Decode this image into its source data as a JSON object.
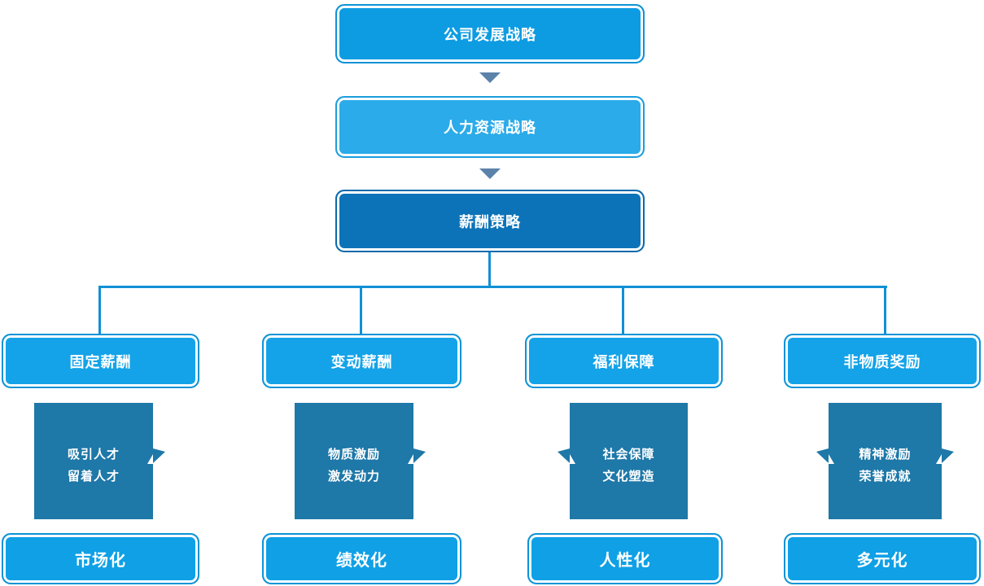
{
  "diagram": {
    "chain": [
      {
        "label": "公司发展战略"
      },
      {
        "label": "人力资源战略"
      },
      {
        "label": "薪酬策略"
      }
    ],
    "columns": [
      {
        "header": "固定薪酬",
        "body_line1": "吸引人才",
        "body_line2": "留着人才",
        "footer": "市场化"
      },
      {
        "header": "变动薪酬",
        "body_line1": "物质激励",
        "body_line2": "激发动力",
        "footer": "绩效化"
      },
      {
        "header": "福利保障",
        "body_line1": "社会保障",
        "body_line2": "文化塑造",
        "footer": "人性化"
      },
      {
        "header": "非物质奖励",
        "body_line1": "精神激励",
        "body_line2": "荣誉成就",
        "footer": "多元化"
      }
    ],
    "colors": {
      "chain_top_fill": "#0d9ce2",
      "chain_mid_fill": "#2babe9",
      "chain_bottom_fill": "#0d73b8",
      "column_header_fill": "#14a3e8",
      "column_footer_fill": "#0fa0e6",
      "body_block_fill": "#1e78a8",
      "connector_line": "#1090d5",
      "step_arrow": "#5b83aa",
      "text": "#ffffff"
    }
  }
}
